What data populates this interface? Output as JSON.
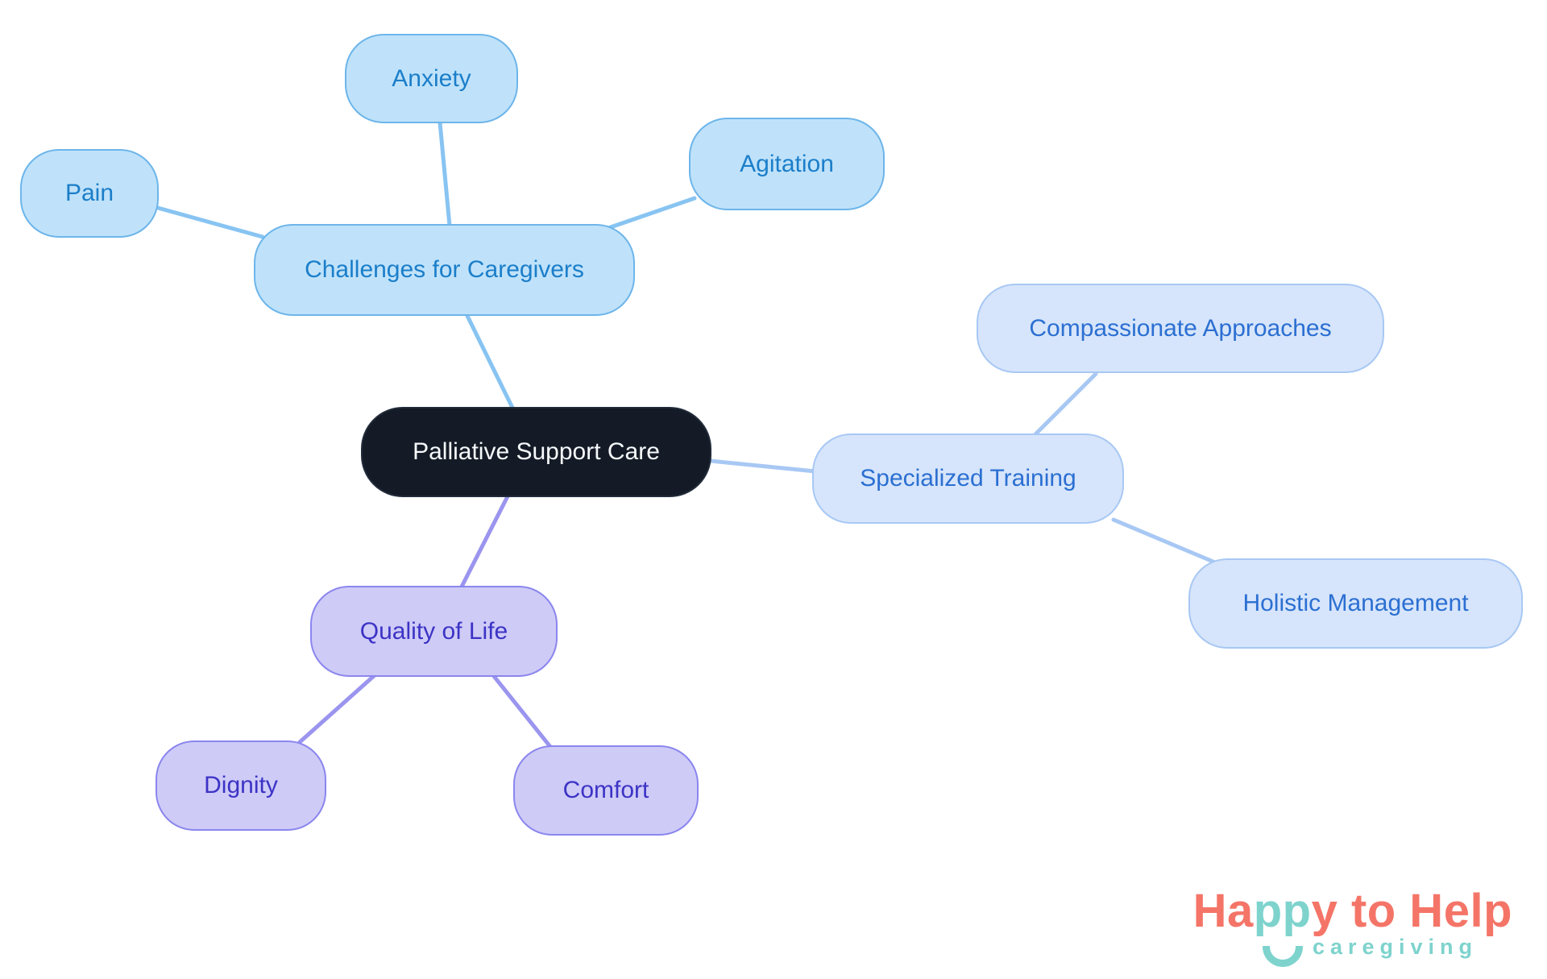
{
  "colors": {
    "background": "#ffffff",
    "central_fill": "#141b26",
    "central_text": "#f7fafc",
    "sky_fill": "#bfe2fa",
    "sky_border": "#6db5ea",
    "sky_text": "#1b7ec9",
    "sky_edge": "#88c4f2",
    "peri_fill": "#d6e5fb",
    "peri_border": "#a8c8f4",
    "peri_text": "#2b6fd2",
    "peri_edge": "#a8c8f4",
    "lav_fill": "#cecbf7",
    "lav_border": "#8b86ee",
    "lav_text": "#3c33c5",
    "lav_edge": "#9b95ef",
    "logo_coral": "#f47568",
    "logo_teal": "#7ed3cd"
  },
  "nodes": {
    "central": "Palliative Support Care",
    "challenges": "Challenges for Caregivers",
    "anxiety": "Anxiety",
    "pain": "Pain",
    "agitation": "Agitation",
    "specialized": "Specialized Training",
    "compassionate": "Compassionate Approaches",
    "holistic": "Holistic Management",
    "quality": "Quality of Life",
    "dignity": "Dignity",
    "comfort": "Comfort"
  },
  "logo": {
    "part1": "Ha",
    "part2": "pp",
    "part3": "y to Help",
    "subtitle": "caregiving"
  }
}
